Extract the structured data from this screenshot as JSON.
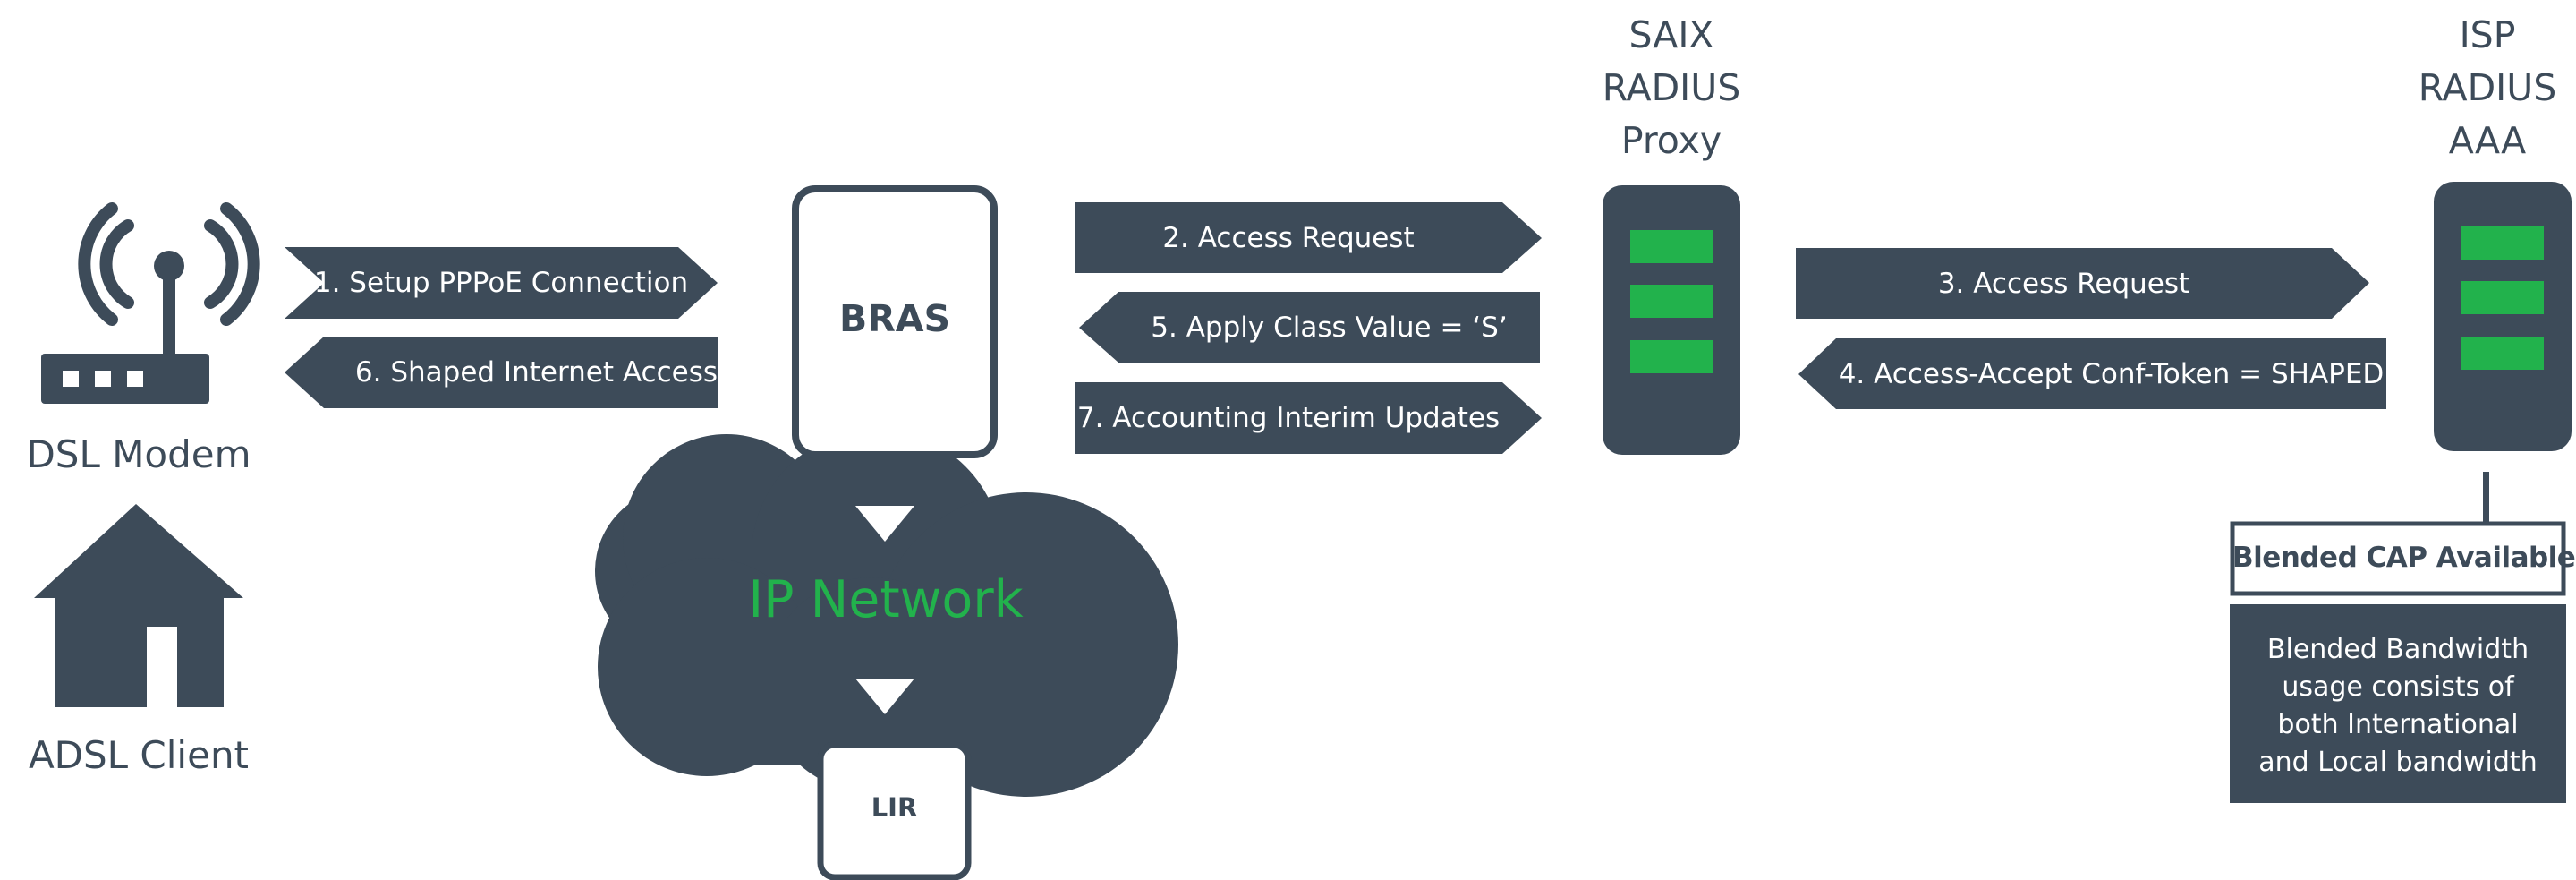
{
  "colors": {
    "dark": "#3d4b59",
    "green": "#22b24c",
    "white": "#ffffff"
  },
  "client": {
    "modem_label": "DSL Modem",
    "house_label": "ADSL Client",
    "modem_icon": "wifi-router-icon",
    "house_icon": "house-icon"
  },
  "bras": {
    "label": "BRAS"
  },
  "network": {
    "label": "IP Network",
    "lir_label": "LIR"
  },
  "saix": {
    "title_lines": [
      "SAIX",
      "RADIUS",
      "Proxy"
    ]
  },
  "isp": {
    "title_lines": [
      "ISP",
      "RADIUS",
      "AAA"
    ]
  },
  "arrows": {
    "setup_pppoe": "1. Setup PPPoE Connection",
    "shaped_access": "6. Shaped Internet Access",
    "access_request_2": "2. Access Request",
    "apply_class": "5. Apply Class Value = ‘S’",
    "accounting": "7. Accounting Interim Updates",
    "access_request_3": "3. Access Request",
    "access_accept": "4. Access-Accept Conf-Token = SHAPED"
  },
  "blended": {
    "cap_label": "Blended CAP Available",
    "description_lines": [
      "Blended Bandwidth",
      "usage consists of",
      "both International",
      "and Local bandwidth"
    ]
  }
}
